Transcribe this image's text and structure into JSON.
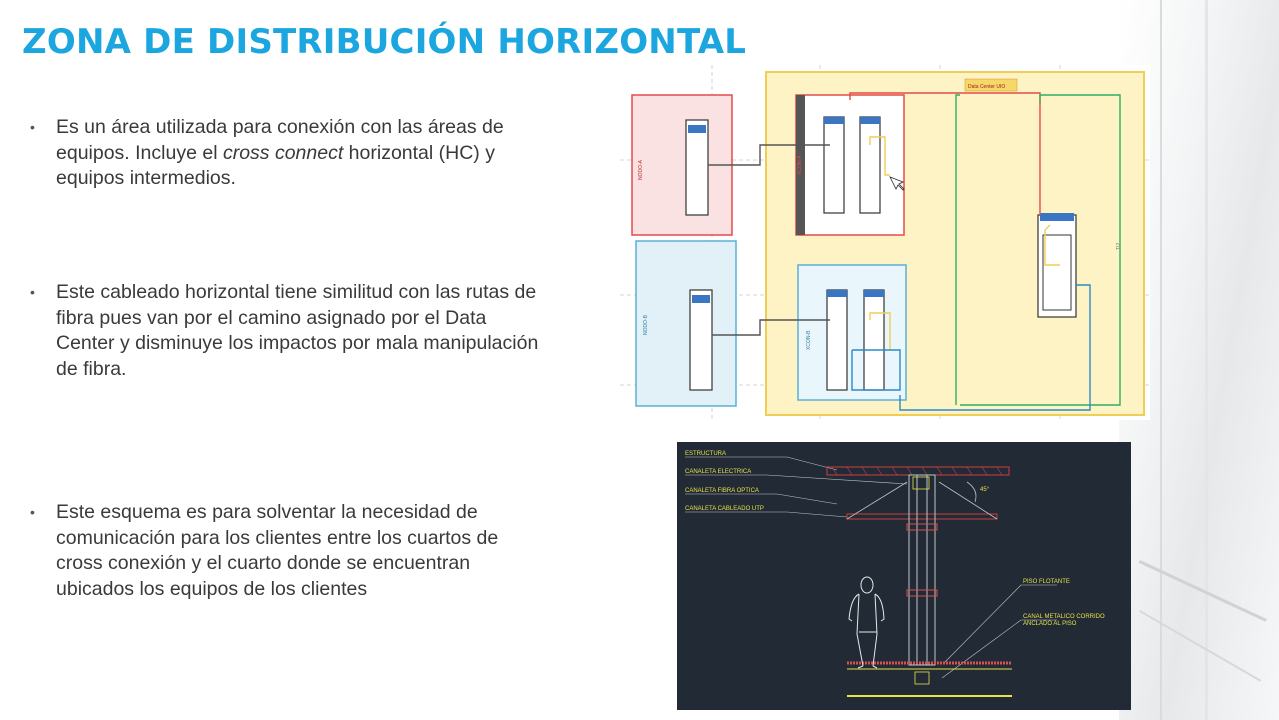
{
  "slide": {
    "title": "ZONA DE DISTRIBUCIÓN HORIZONTAL",
    "bullets": [
      {
        "pre": "Es un área utilizada para conexión con las áreas de equipos. Incluye el ",
        "em": "cross  connect",
        "post": " horizontal (HC) y equipos intermedios."
      },
      {
        "text": "Este cableado horizontal tiene similitud con las rutas de fibra pues van por el camino asignado por el Data Center y disminuye los impactos por mala manipulación de fibra."
      },
      {
        "text": "Este esquema es para solventar la necesidad de comunicación  para los clientes entre los cuartos de cross conexión y el cuarto donde se encuentran ubicados los equipos de los clientes"
      }
    ]
  },
  "floor_plan": {
    "room_label": "Data Center UIO",
    "node_a": "NODO-A",
    "node_b": "NODO-B",
    "cross_a": "XCON-A",
    "cross_b": "XCON-B",
    "zone": "TI2"
  },
  "cad_section": {
    "labels": {
      "estructura": "ESTRUCTURA",
      "canaleta_electrica": "CANALETA  ELECTRICA",
      "canaleta_fibra": "CANALETA  FIBRA  OPTICA",
      "canaleta_utp": "CANALETA  CABLEADO  UTP",
      "angle": "45°",
      "piso_flotante": "PISO  FLOTANTE",
      "canal_1": "CANAL  METALICO  CORRIDO",
      "canal_2": "ANCLADO  AL  PISO"
    }
  },
  "colors": {
    "title": "#1ca6df",
    "body_text": "#3a3a3a",
    "zone_fill": "#fdf3c4",
    "zone_border": "#f0cd55",
    "node_a_border": "#e34b4b",
    "node_b_border": "#5ab0d6",
    "cad_background": "#222a35",
    "cad_label": "#e6e24a"
  }
}
